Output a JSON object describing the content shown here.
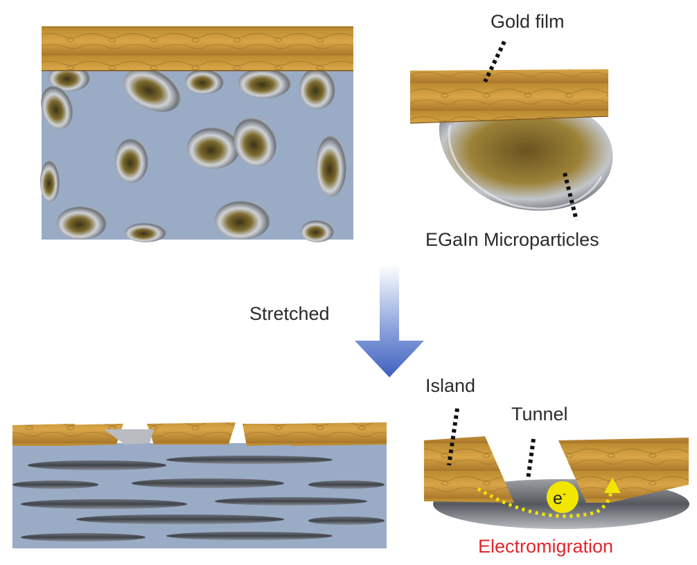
{
  "labels": {
    "gold_film": "Gold film",
    "egain": "EGaIn Microparticles",
    "stretched": "Stretched",
    "island": "Island",
    "tunnel": "Tunnel",
    "electron": "e",
    "electron_sup": "-",
    "electromigration": "Electromigration"
  },
  "colors": {
    "gold": "#c9952e",
    "gold_dark": "#8a5a12",
    "substrate": "#9aabc6",
    "metal": "#a9adb3",
    "arrow": "#4d6cc0",
    "electromigration_text": "#e0262b",
    "electron_fill": "#f2e600",
    "path_dots": "#f2e600"
  }
}
